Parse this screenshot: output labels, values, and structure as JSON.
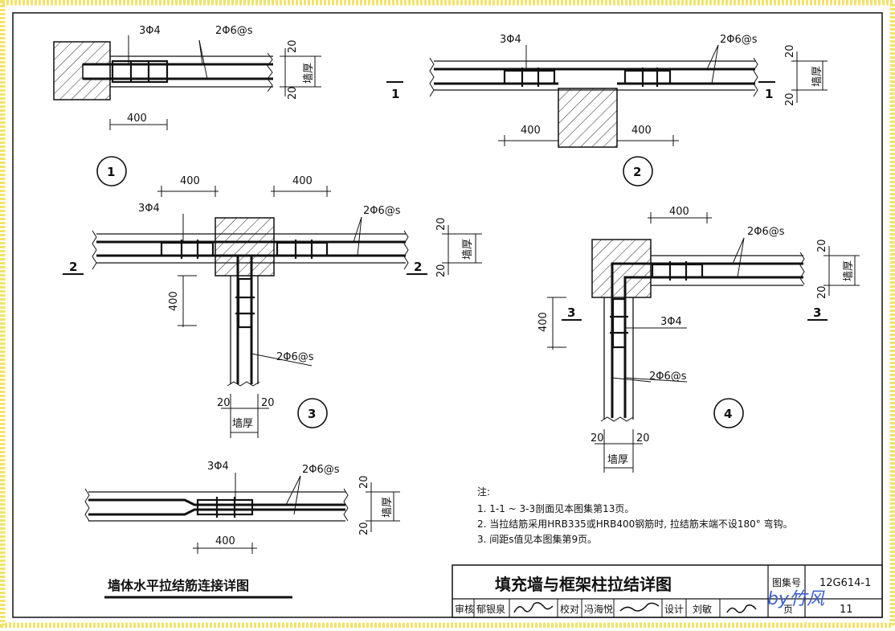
{
  "details": {
    "d1": {
      "number": "1",
      "tie": "3Φ4",
      "rebar": "2Φ6@s",
      "dim_len": "400",
      "dim_top": "20",
      "dim_bot": "20",
      "wall": "墙厚"
    },
    "d2": {
      "number": "2",
      "tie": "3Φ4",
      "rebar": "2Φ6@s",
      "dim_left": "400",
      "dim_right": "400",
      "dim_top": "20",
      "dim_bot": "20",
      "wall": "墙厚",
      "section": "1"
    },
    "d3": {
      "number": "3",
      "tie": "3Φ4",
      "rebar_h": "2Φ6@s",
      "rebar_v": "2Φ6@s",
      "dim_left": "400",
      "dim_right": "400",
      "dim_vert": "400",
      "dim_top": "20",
      "dim_bot": "20",
      "dim_bl": "20",
      "dim_br": "20",
      "wall": "墙厚",
      "wall_v": "墙厚",
      "section": "2"
    },
    "d4": {
      "number": "4",
      "tie": "3Φ4",
      "rebar_h": "2Φ6@s",
      "rebar_v": "2Φ6@s",
      "dim_top_len": "400",
      "dim_vert": "400",
      "dim_top": "20",
      "dim_bot": "20",
      "dim_bl": "20",
      "dim_br": "20",
      "wall": "墙厚",
      "wall_v": "墙厚",
      "section": "3"
    },
    "lap": {
      "tie": "3Φ4",
      "rebar": "2Φ6@s",
      "dim_len": "400",
      "dim_top": "20",
      "dim_bot": "20",
      "wall": "墙厚"
    }
  },
  "lap_title": "墙体水平拉结筋连接详图",
  "notes": {
    "heading": "注:",
    "items": [
      "1. 1-1 ~ 3-3剖面见本图集第13页。",
      "2. 当拉结筋采用HRB335或HRB400钢筋时, 拉结筋末端不设180° 弯钩。",
      "3. 间距s值见本图集第9页。"
    ]
  },
  "title_block": {
    "title": "填充墙与框架柱拉结详图",
    "atlas_label": "图集号",
    "atlas_no": "12G614-1",
    "row": [
      "审核",
      "郁银泉",
      "校对",
      "冯海悦",
      "设计",
      "刘敏",
      "页",
      "11"
    ]
  },
  "watermark": "by竹风"
}
